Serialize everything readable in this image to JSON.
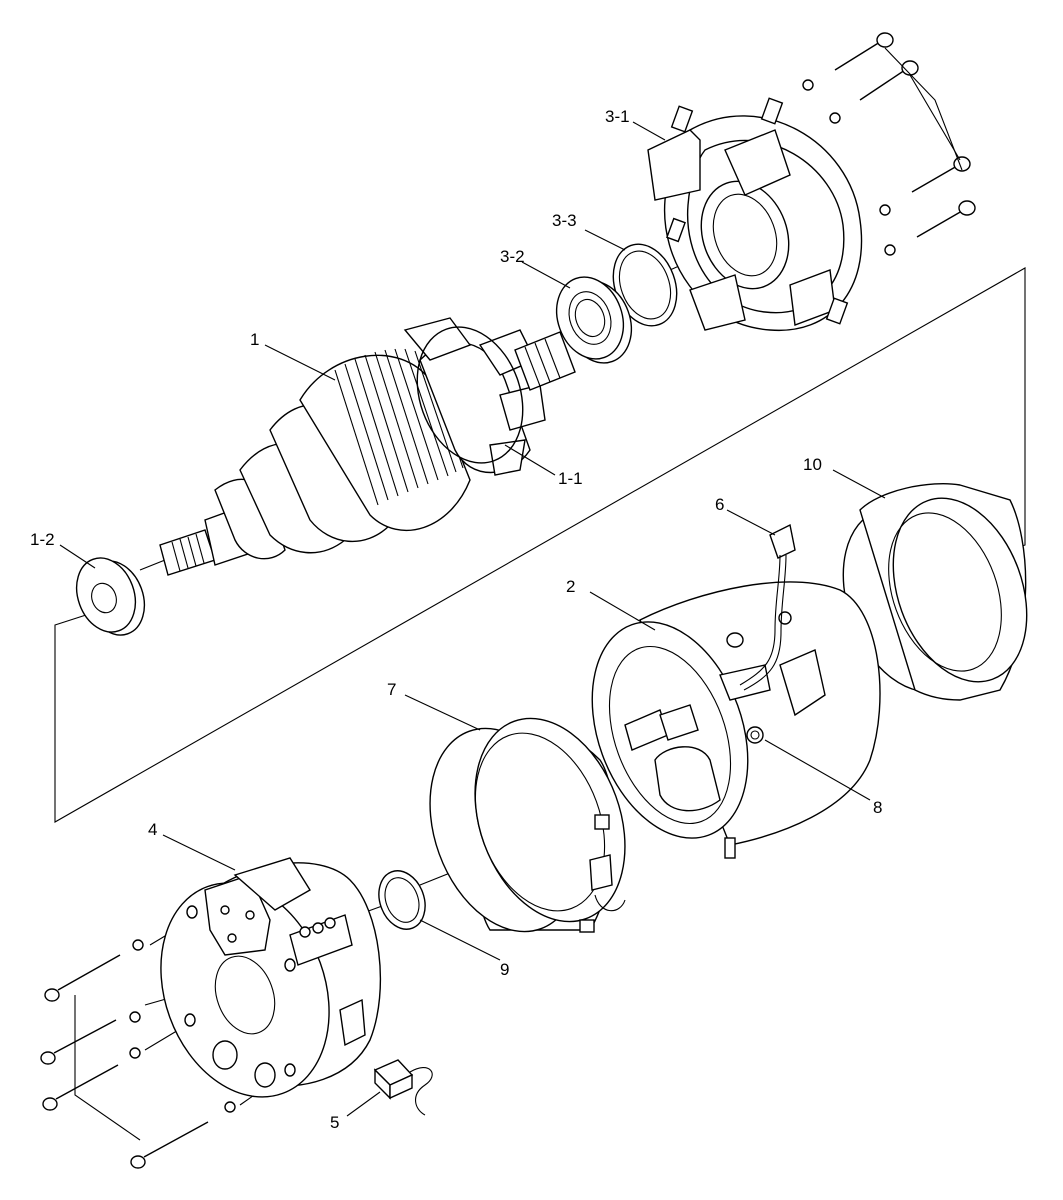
{
  "callouts": {
    "p1": "1",
    "p1_1": "1-1",
    "p1_2": "1-2",
    "p2": "2",
    "p3_1": "3-1",
    "p3_2": "3-2",
    "p3_3": "3-3",
    "p4": "4",
    "p5": "5",
    "p6": "6",
    "p7": "7",
    "p8": "8",
    "p9": "9",
    "p10": "10"
  }
}
